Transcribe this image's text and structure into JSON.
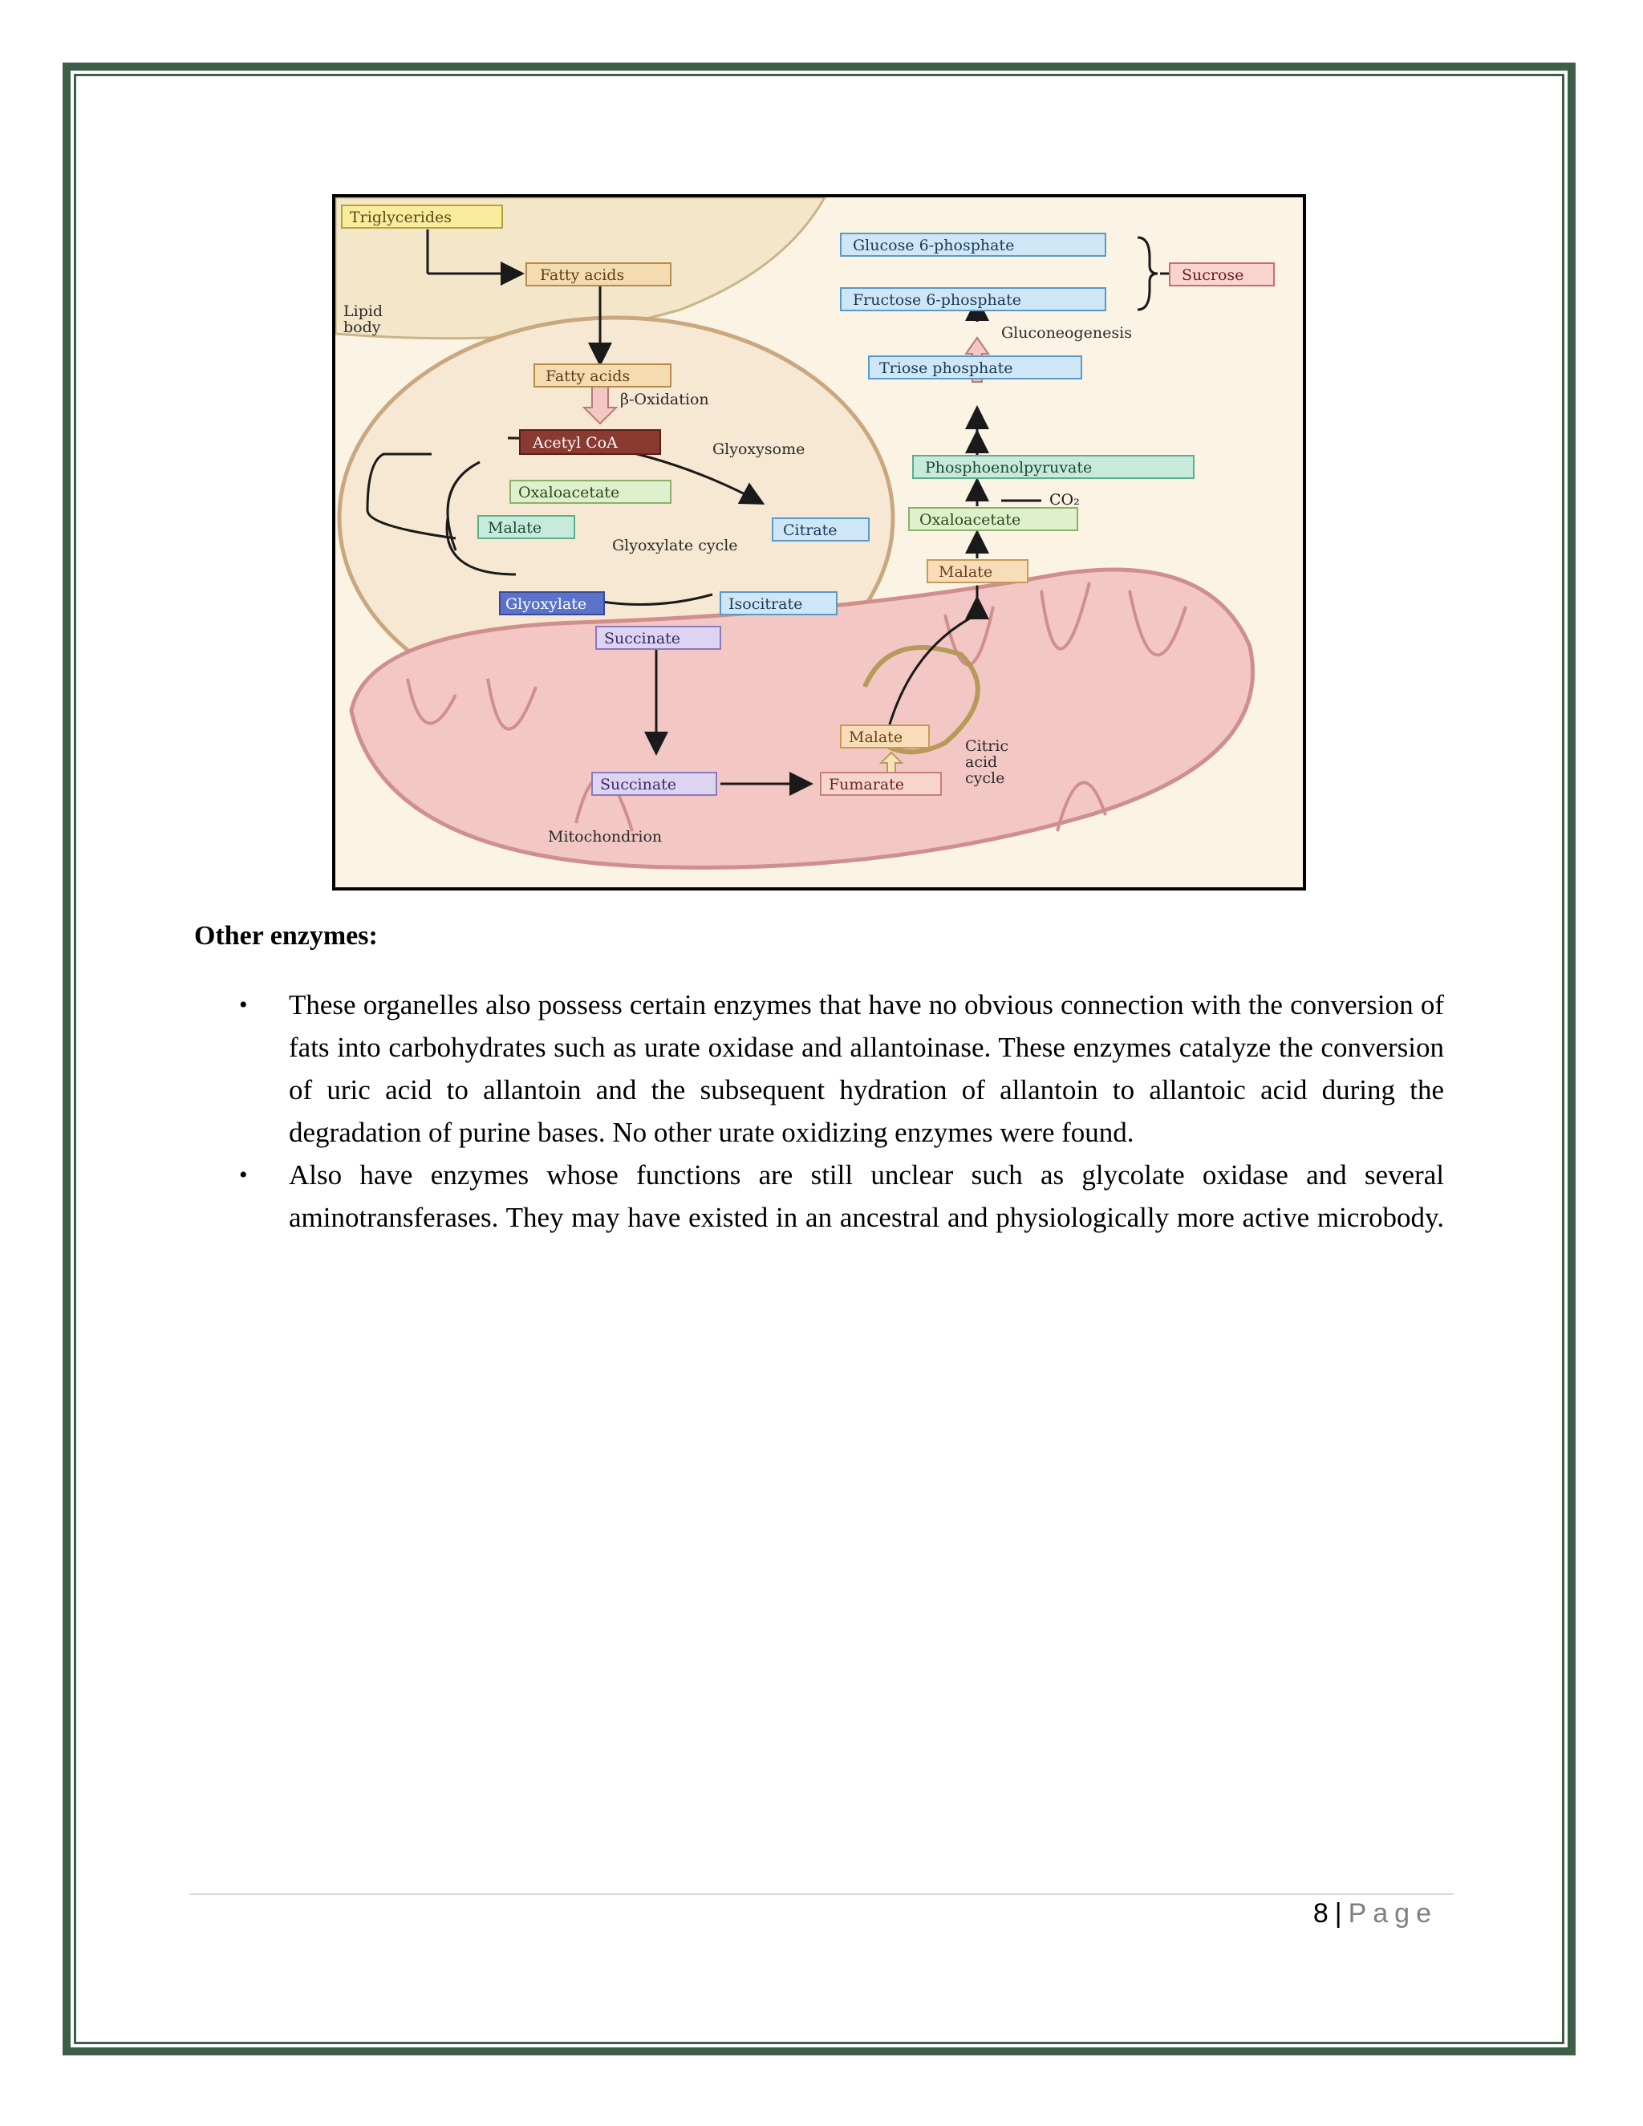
{
  "diagram": {
    "labels": {
      "triglycerides": "Triglycerides",
      "fatty_acids_1": "Fatty acids",
      "lipid_body": "Lipid body",
      "fatty_acids_2": "Fatty acids",
      "beta_oxidation": "β-Oxidation",
      "acetyl_coa": "Acetyl CoA",
      "glyoxysome": "Glyoxysome",
      "oxaloacetate_1": "Oxaloacetate",
      "malate_1": "Malate",
      "citrate": "Citrate",
      "glyoxylate_cycle": "Glyoxylate cycle",
      "glyoxylate": "Glyoxylate",
      "isocitrate": "Isocitrate",
      "succinate_1": "Succinate",
      "succinate_2": "Succinate",
      "fumarate": "Fumarate",
      "malate_2": "Malate",
      "citric_acid_cycle": "Citric acid cycle",
      "mitochondrion": "Mitochondrion",
      "glucose_6_phosphate": "Glucose 6-phosphate",
      "fructose_6_phosphate": "Fructose 6-phosphate",
      "sucrose": "Sucrose",
      "gluconeogenesis": "Gluconeogenesis",
      "triose_phosphate": "Triose phosphate",
      "phosphoenolpyruvate": "Phosphoenolpyruvate",
      "co2": "CO₂",
      "oxaloacetate_2": "Oxaloacetate",
      "malate_3": "Malate"
    }
  },
  "heading": "Other enzymes:",
  "bullets": [
    "These organelles also possess certain enzymes that have no obvious connection with the conversion of fats into carbohydrates such as urate oxidase and allantoinase. These enzymes catalyze the conversion of uric acid to allantoin and the subsequent hydration of allantoin to allantoic acid during the degradation of purine bases. No other urate oxidizing enzymes were found.",
    "Also have enzymes whose functions are still unclear such as glycolate oxidase and several aminotransferases. They may have existed in an ancestral and physiologically more active microbody."
  ],
  "bullet_symbol": "•",
  "footer": {
    "page_number": "8",
    "separator": "|",
    "page_word": "Page"
  }
}
